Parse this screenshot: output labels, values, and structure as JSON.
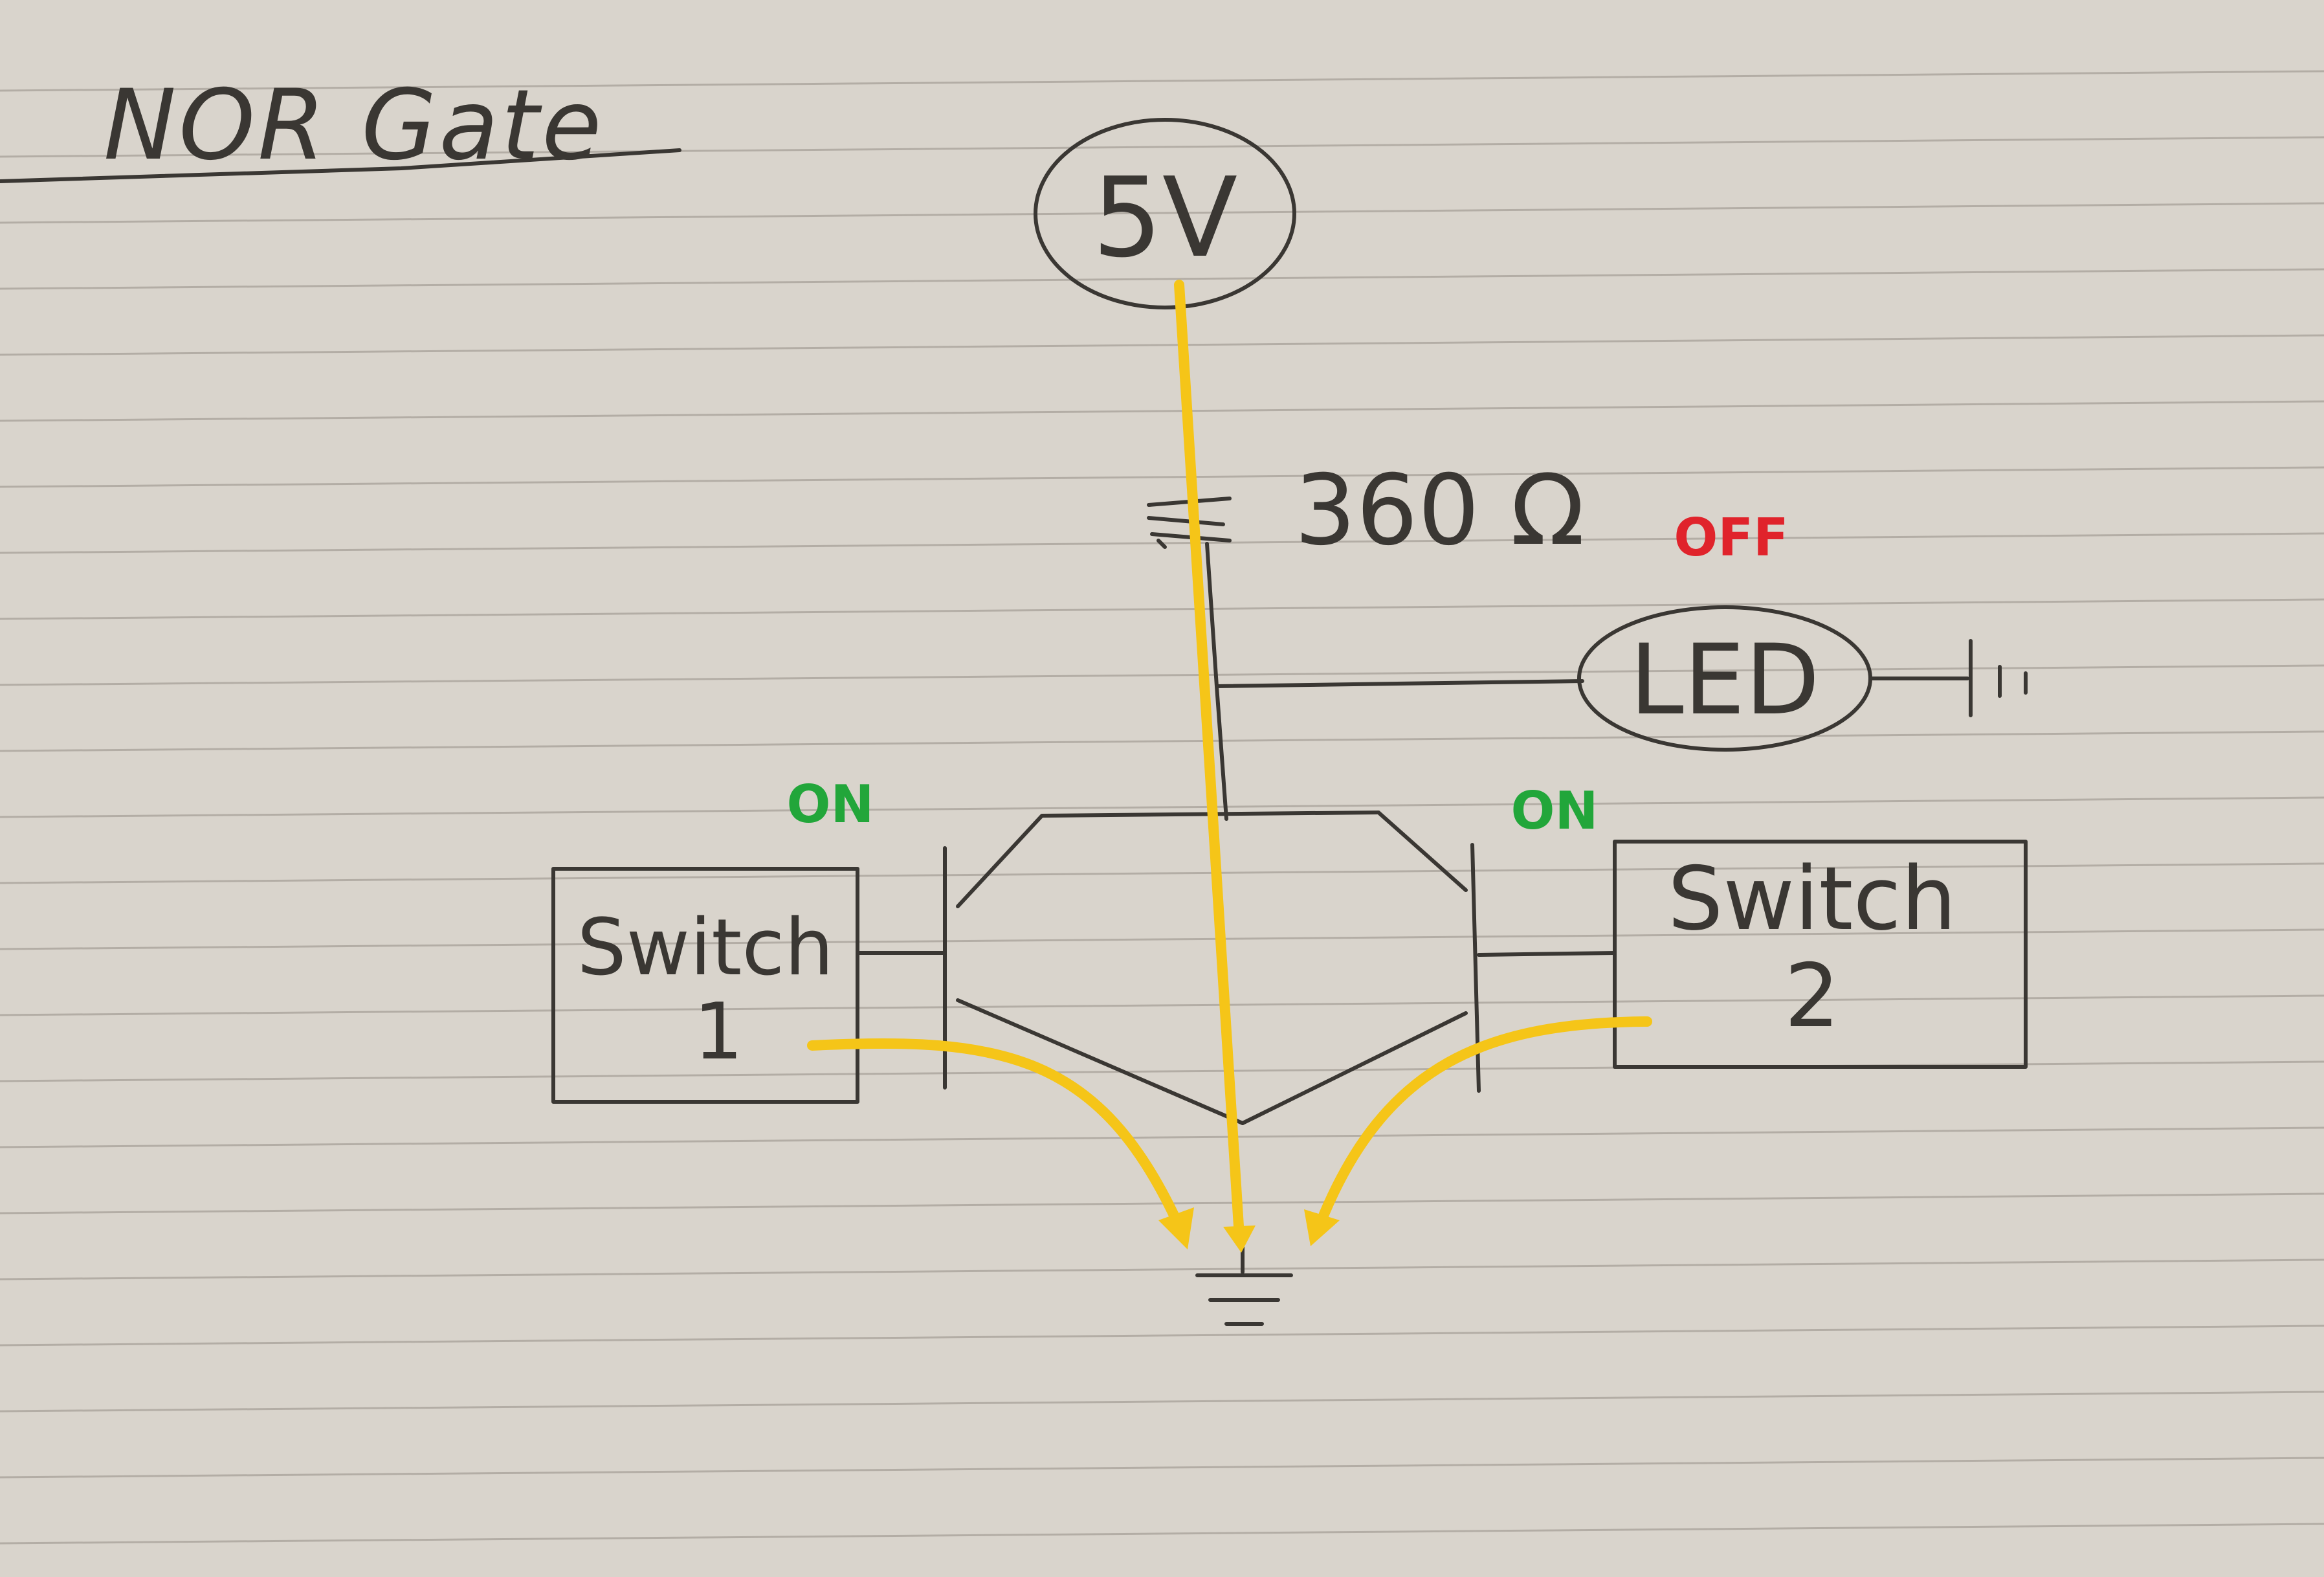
{
  "title": "NOR Gate",
  "supply": {
    "label": "5V"
  },
  "resistor": {
    "label": "360 Ω"
  },
  "led": {
    "label": "LED",
    "state": "OFF"
  },
  "switches": [
    {
      "label_line1": "Switch",
      "label_line2": "1",
      "state": "ON"
    },
    {
      "label_line1": "Switch",
      "label_line2": "2",
      "state": "ON"
    }
  ],
  "colors": {
    "paper": "#d9d4cc",
    "pencil": "#3a3733",
    "current_flow": "#f5c518",
    "on": "#22a63a",
    "off": "#e0232b"
  }
}
